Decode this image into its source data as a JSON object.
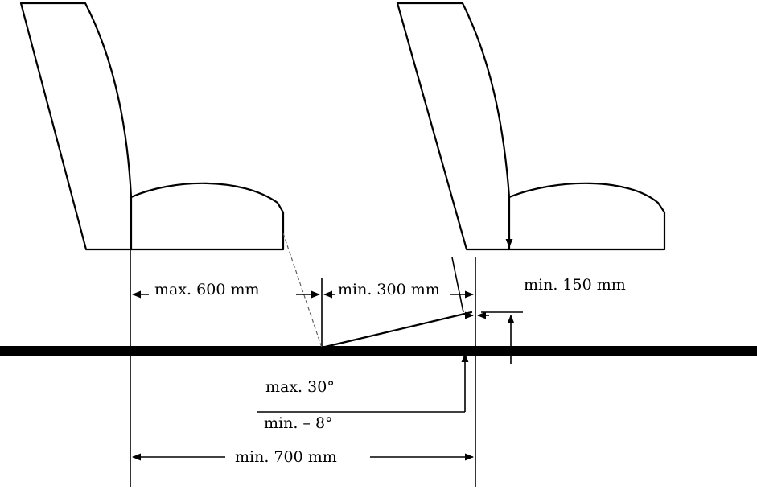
{
  "labels": {
    "max_600": "max. 600 mm",
    "min_300": "min. 300 mm",
    "min_150": "min. 150 mm",
    "max_30": "max. 30°",
    "min_minus_8": "min. – 8°",
    "min_700": "min. 700 mm"
  }
}
